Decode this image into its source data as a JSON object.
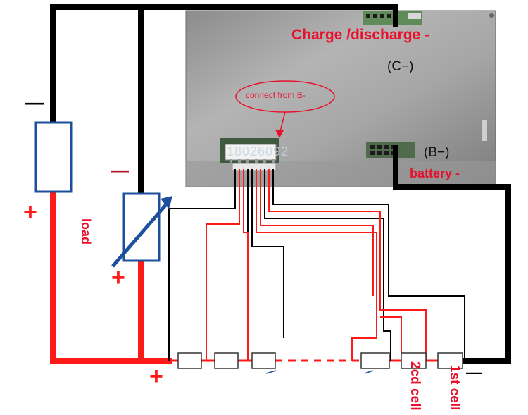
{
  "board": {
    "label_charge_discharge": "Charge /discharge -",
    "label_c_minus": "(C−)",
    "label_b_minus": "(B−)",
    "label_battery_minus": "battery -",
    "callout": "connect from B-",
    "faded_print": "18026092"
  },
  "charger": {
    "minus_sign": "—",
    "plus_sign": "+"
  },
  "load": {
    "label": "load",
    "minus_sign": "—",
    "plus_sign": "+"
  },
  "cells": {
    "pack_plus": "+",
    "pack_minus": "—",
    "second_cell": "2cd cell",
    "first_cell": "1st cell"
  },
  "colors": {
    "red": "#ff1a1a",
    "black": "#000000",
    "blue_frame": "#1d4f9c",
    "label_red": "#e8102c"
  }
}
